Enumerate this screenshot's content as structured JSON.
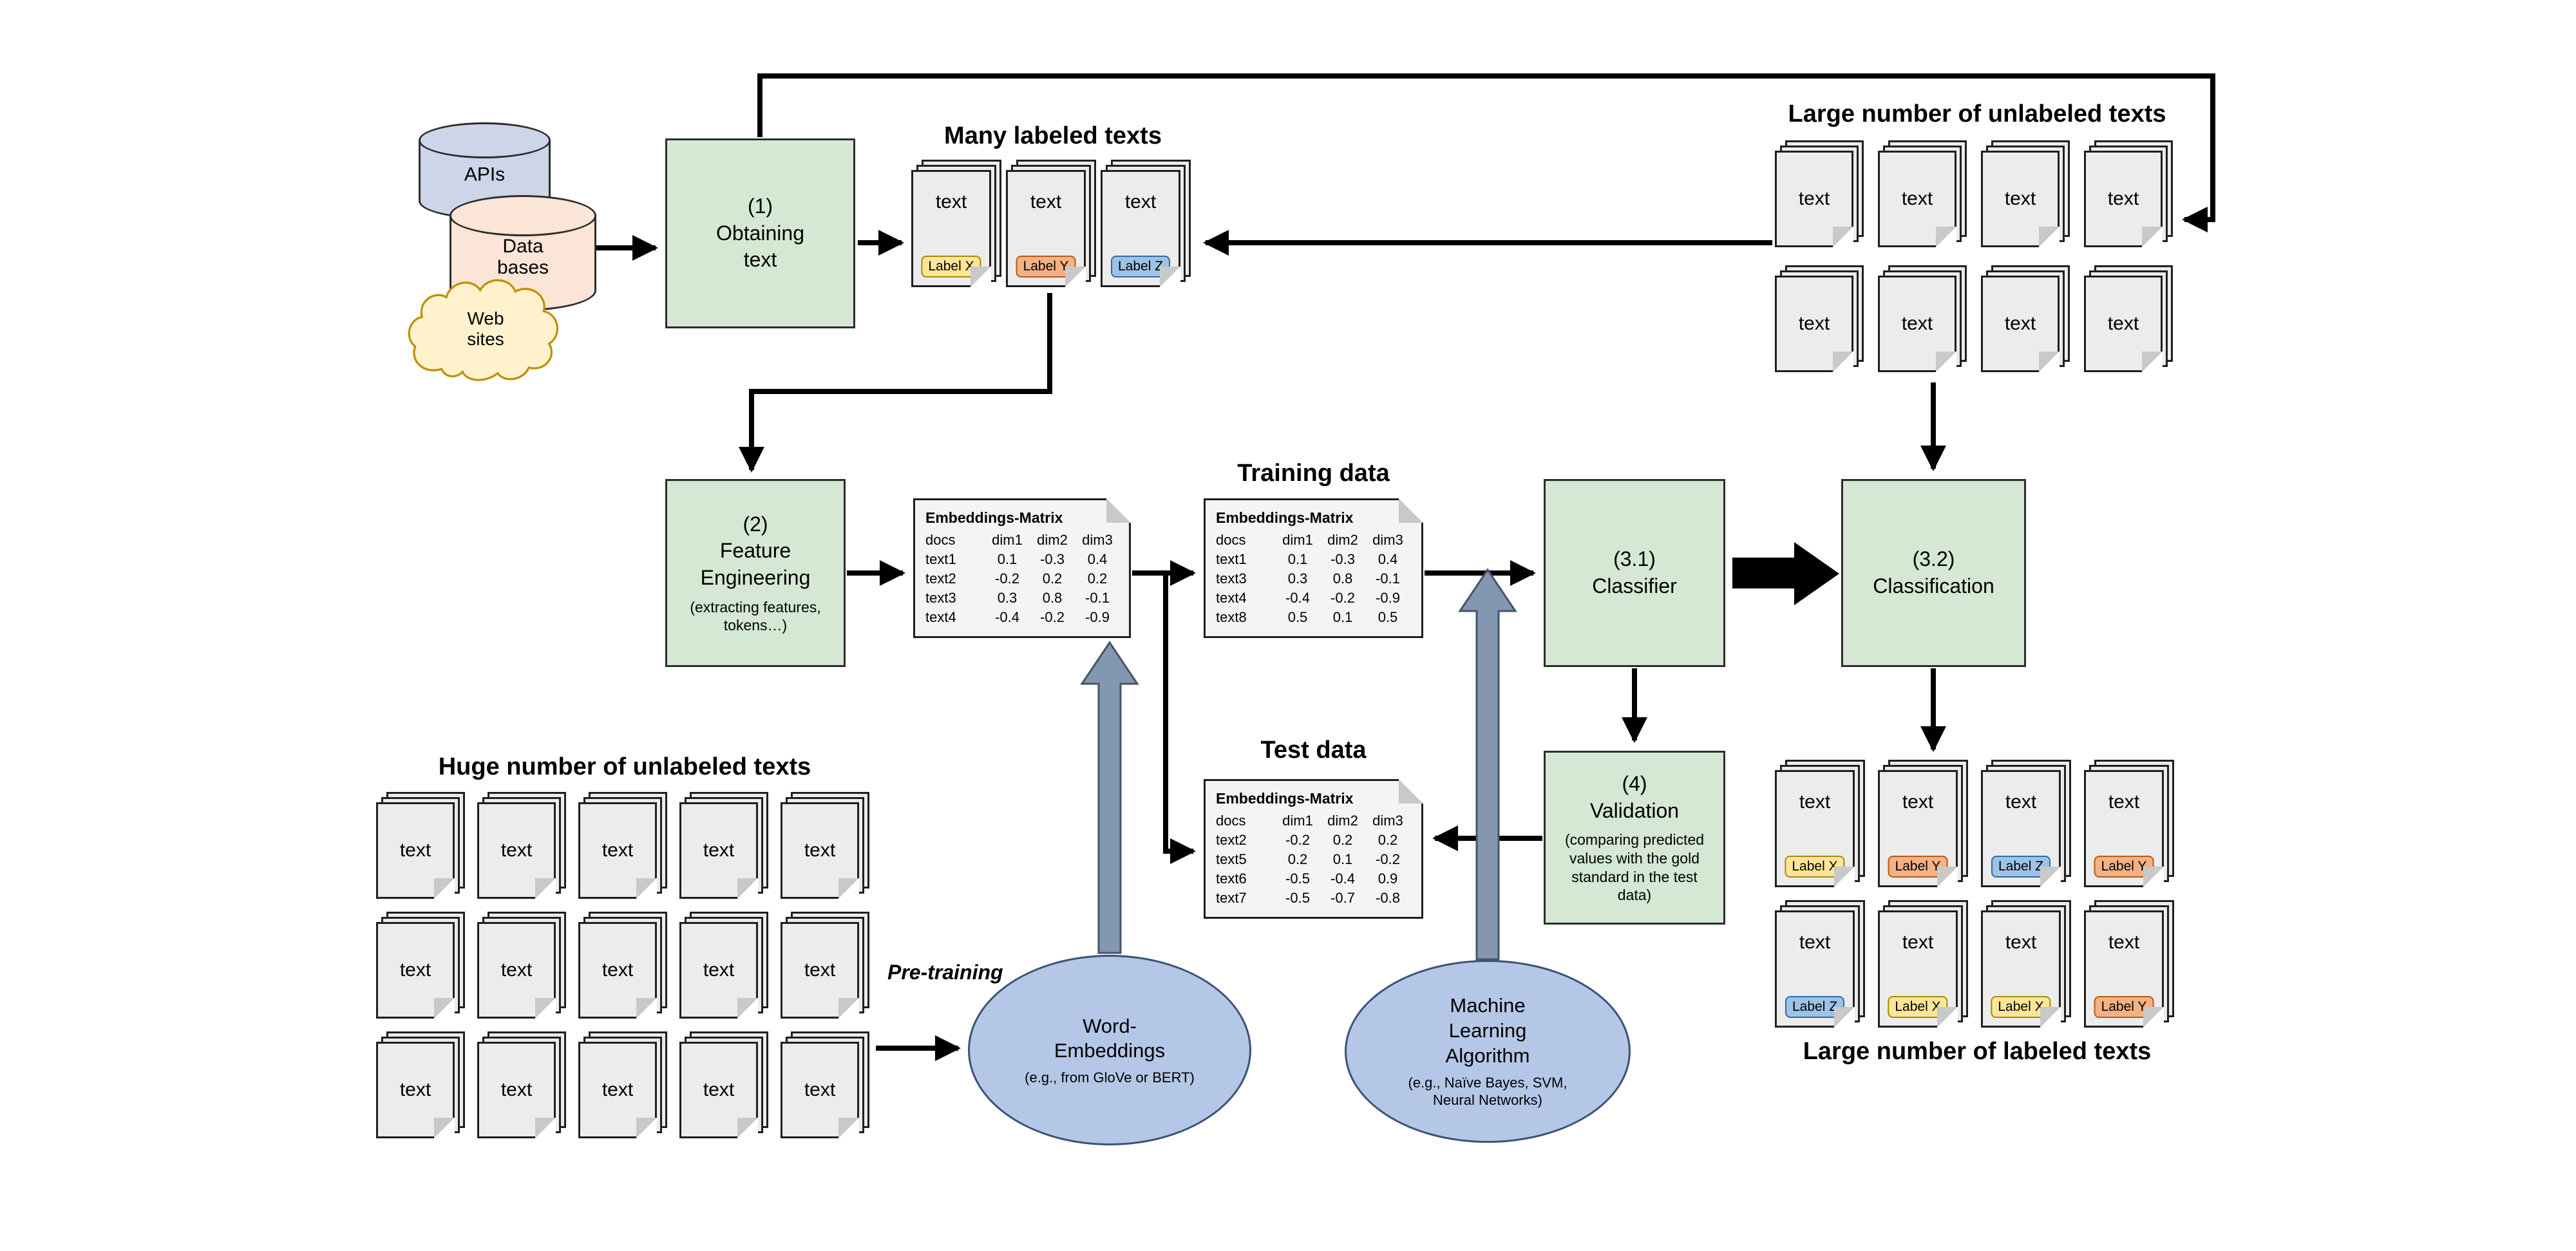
{
  "sources": {
    "apis": "APIs",
    "databases": "Data bases",
    "websites": "Web sites"
  },
  "doc_text": "text",
  "steps": {
    "s1_num": "(1)",
    "s1_title": "Obtaining text",
    "s2_num": "(2)",
    "s2_title": "Feature Engineering",
    "s2_sub": "(extracting features, tokens…)",
    "s31_num": "(3.1)",
    "s31_title": "Classifier",
    "s32_num": "(3.2)",
    "s32_title": "Classification",
    "s4_num": "(4)",
    "s4_title": "Validation",
    "s4_sub": "(comparing predicted values with the gold standard in the test data)"
  },
  "headings": {
    "many_labeled": "Many labeled texts",
    "unlabeled_top": "Large number of unlabeled texts",
    "huge_unlabeled": "Huge number of unlabeled texts",
    "output_labeled": "Large number of labeled texts",
    "training": "Training data",
    "test": "Test data",
    "pretraining": "Pre-training"
  },
  "chips": {
    "many": [
      "Label X",
      "Label Y",
      "Label Z"
    ],
    "output": [
      "Label X",
      "Label Y",
      "Label Z",
      "Label Y",
      "Label Z",
      "Label X",
      "Label X",
      "Label Y"
    ]
  },
  "matrices": {
    "features": {
      "title": "Embeddings-Matrix",
      "headers": [
        "docs",
        "dim1",
        "dim2",
        "dim3"
      ],
      "rows": [
        [
          "text1",
          "0.1",
          "-0.3",
          "0.4"
        ],
        [
          "text2",
          "-0.2",
          "0.2",
          "0.2"
        ],
        [
          "text3",
          "0.3",
          "0.8",
          "-0.1"
        ],
        [
          "text4",
          "-0.4",
          "-0.2",
          "-0.9"
        ]
      ]
    },
    "training": {
      "title": "Embeddings-Matrix",
      "headers": [
        "docs",
        "dim1",
        "dim2",
        "dim3"
      ],
      "rows": [
        [
          "text1",
          "0.1",
          "-0.3",
          "0.4"
        ],
        [
          "text3",
          "0.3",
          "0.8",
          "-0.1"
        ],
        [
          "text4",
          "-0.4",
          "-0.2",
          "-0.9"
        ],
        [
          "text8",
          "0.5",
          "0.1",
          "0.5"
        ]
      ]
    },
    "test": {
      "title": "Embeddings-Matrix",
      "headers": [
        "docs",
        "dim1",
        "dim2",
        "dim3"
      ],
      "rows": [
        [
          "text2",
          "-0.2",
          "0.2",
          "0.2"
        ],
        [
          "text5",
          "0.2",
          "0.1",
          "-0.2"
        ],
        [
          "text6",
          "-0.5",
          "-0.4",
          "0.9"
        ],
        [
          "text7",
          "-0.5",
          "-0.7",
          "-0.8"
        ]
      ]
    }
  },
  "ellipses": {
    "we_title": "Word-Embeddings",
    "we_sub": "(e.g., from GloVe or BERT)",
    "ml_title": "Machine Learning Algorithm",
    "ml_sub": "(e.g., Naïve Bayes, SVM, Neural Networks)"
  },
  "colors": {
    "step_green": "#d5e8d4",
    "label_x": "#ffe599",
    "label_y": "#f4b183",
    "label_z": "#9dc3e6",
    "ellipse_blue": "#b4c7e7",
    "thick_arrow": "#8497b0",
    "apis_fill": "#cdd6e8",
    "databases_fill": "#fbe5d6",
    "cloud_fill": "#fff2cc"
  }
}
